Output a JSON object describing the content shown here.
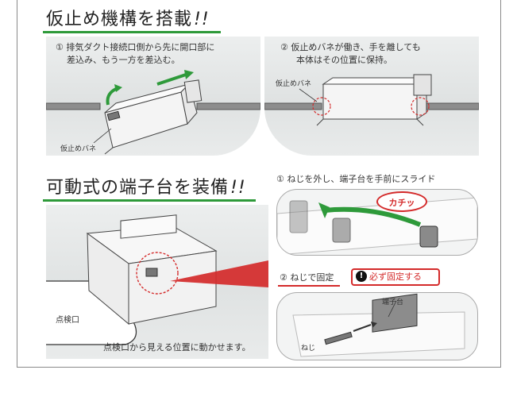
{
  "section1": {
    "title": "仮止め機構を搭載",
    "exclaim": "!!",
    "step1": {
      "line1": "① 排気ダクト接続口側から先に開口部に",
      "line2": "差込み、もう一方を差込む。",
      "spring_label": "仮止めバネ"
    },
    "step2": {
      "line1": "② 仮止めバネが働き、手を離しても",
      "line2": "本体はその位置に保持。",
      "spring_label": "仮止めバネ"
    }
  },
  "section2": {
    "title": "可動式の端子台を装備",
    "exclaim": "!!",
    "step1_caption": "① ねじを外し、端子台を手前にスライド",
    "click_text": "カチッ",
    "step2_caption": "② ねじで固定",
    "warning_badge": "必ず固定する",
    "terminal_label": "端子台",
    "screw_label": "ねじ",
    "inspection_label": "点検口",
    "bottom_caption": "点検口から見える位置に動かせます。"
  },
  "colors": {
    "accent_green": "#2e9a3a",
    "accent_red": "#d42a2a",
    "frame_gray": "#8a8a8a",
    "panel_gray": "#e4e6e6"
  },
  "icons": {
    "warning": "exclamation-circle-icon",
    "green_arrow": "curved-arrow-icon"
  }
}
